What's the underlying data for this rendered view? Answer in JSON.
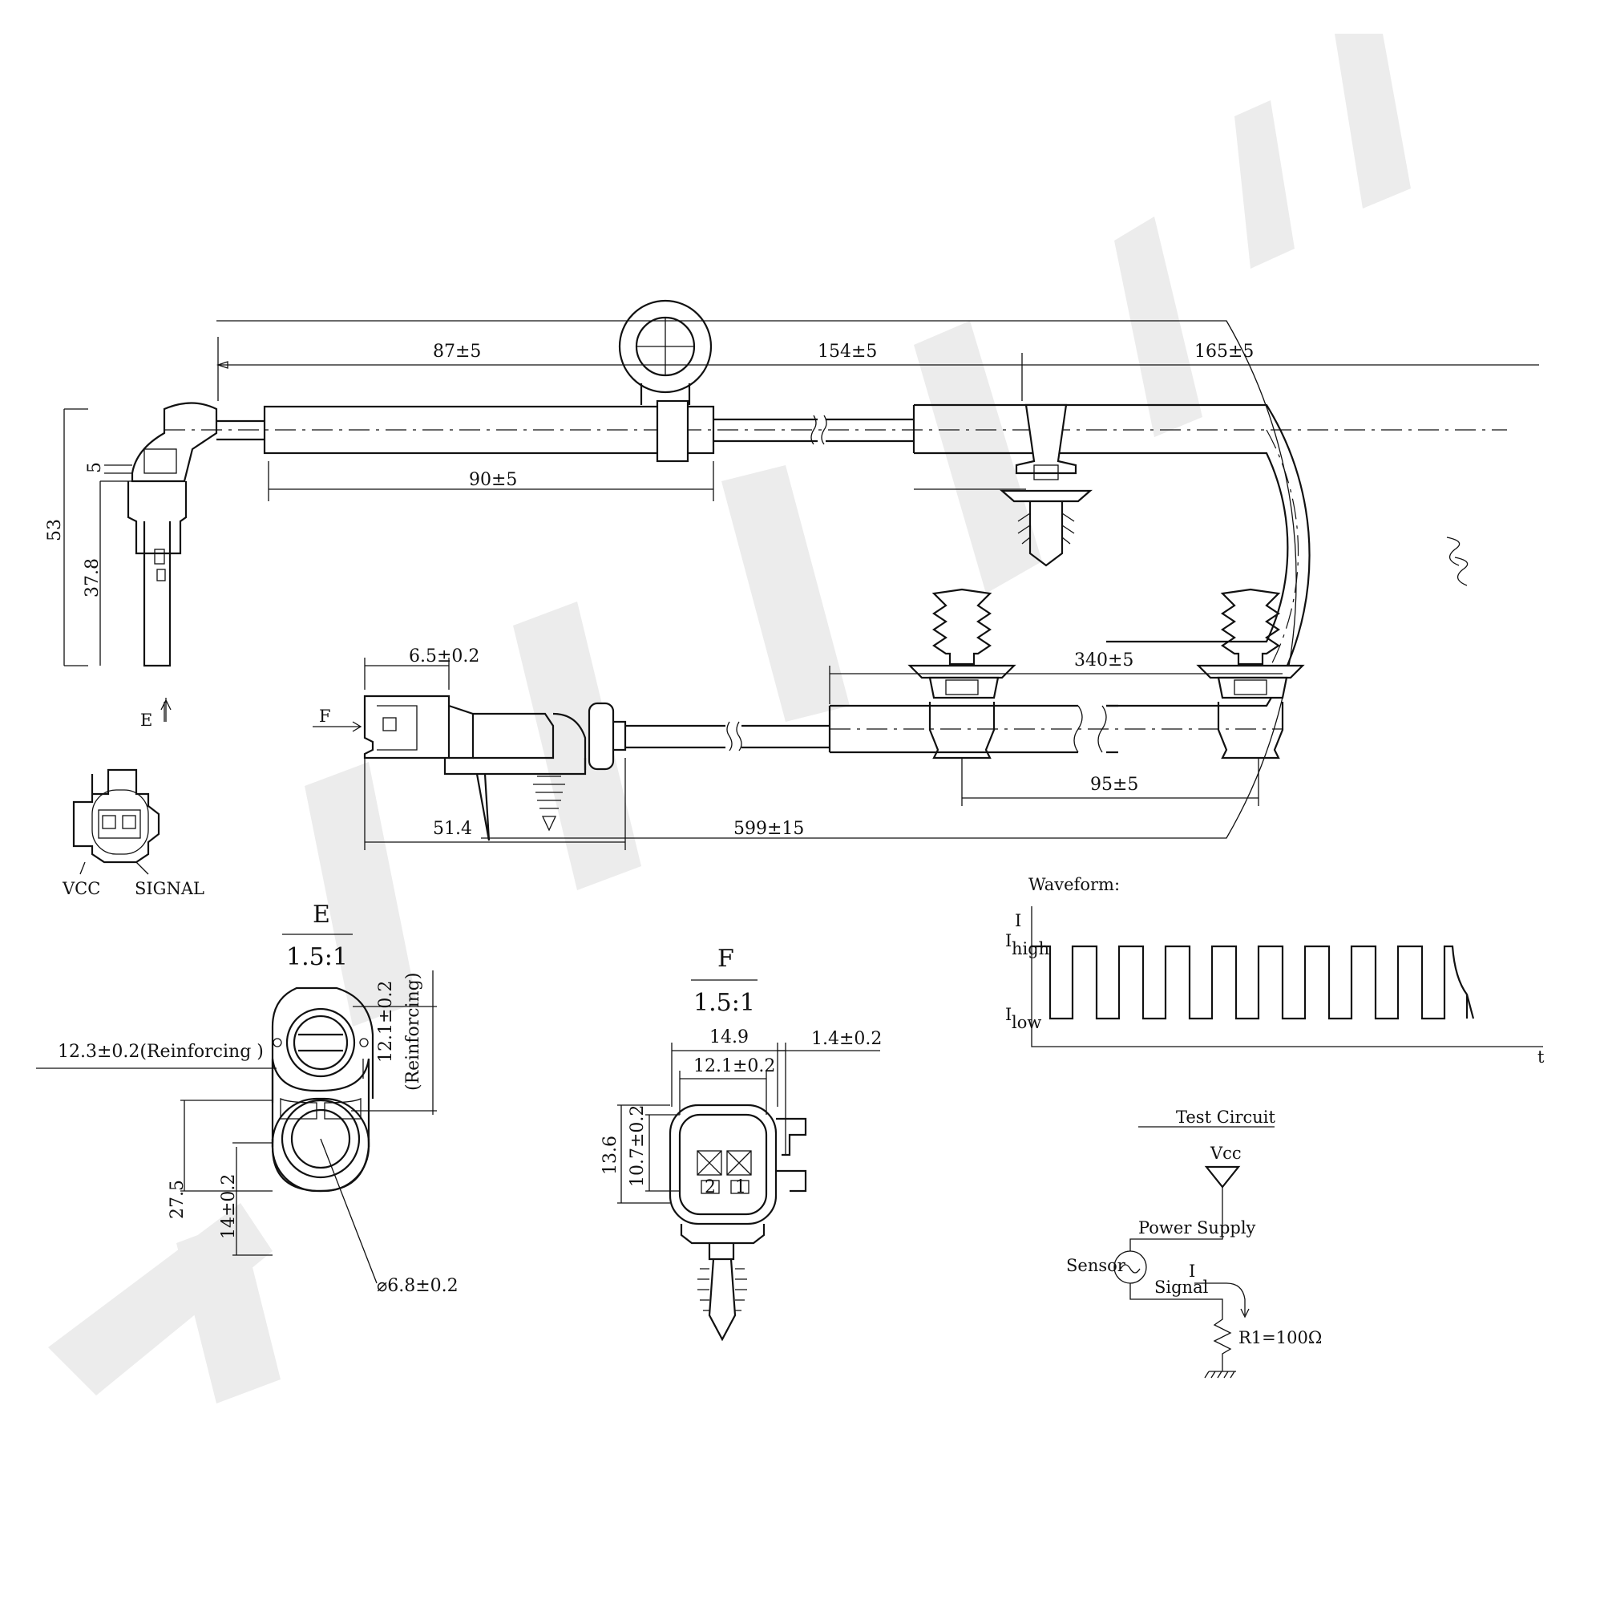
{
  "colors": {
    "line": "#111111",
    "watermark": "#ececec",
    "background": "#ffffff"
  },
  "watermark": {
    "icon": "brand-watermark-chevrons"
  },
  "dims": {
    "d87": "87±5",
    "d154": "154±5",
    "d165": "165±5",
    "d90": "90±5",
    "d53": "53",
    "d5": "5",
    "d37_8": "37.8",
    "d6_5": "6.5±0.2",
    "d340": "340±5",
    "d95": "95±5",
    "d51_4": "51.4",
    "d599": "599±15"
  },
  "views": {
    "e_arrow": "E",
    "f_arrow": "F",
    "pins": {
      "vcc": "VCC",
      "signal": "SIGNAL"
    }
  },
  "detail_e": {
    "title": "E",
    "scale": "1.5:1",
    "w_reinf": "12.3±0.2(Reinforcing )",
    "h_reinf_1": "12.1±0.2",
    "h_reinf_2": "(Reinforcing)",
    "h27_5": "27.5",
    "h14": "14±0.2",
    "dia": "⌀6.8±0.2"
  },
  "detail_f": {
    "title": "F",
    "scale": "1.5:1",
    "w14_9": "14.9",
    "w1_4": "1.4±0.2",
    "w12_1": "12.1±0.2",
    "h13_6": "13.6",
    "h10_7": "10.7±0.2",
    "pin2": "2",
    "pin1": "1"
  },
  "waveform": {
    "title": "Waveform:",
    "y_axis": "I",
    "i_high": "I",
    "i_high_sub": "high",
    "i_low": "I",
    "i_low_sub": "low",
    "x_axis": "t"
  },
  "circuit": {
    "title": "Test Circuit",
    "vcc": "Vcc",
    "power": "Power Supply",
    "sensor": "Sensor",
    "current": "I",
    "signal": "Signal",
    "resistor": "R1=100Ω"
  }
}
